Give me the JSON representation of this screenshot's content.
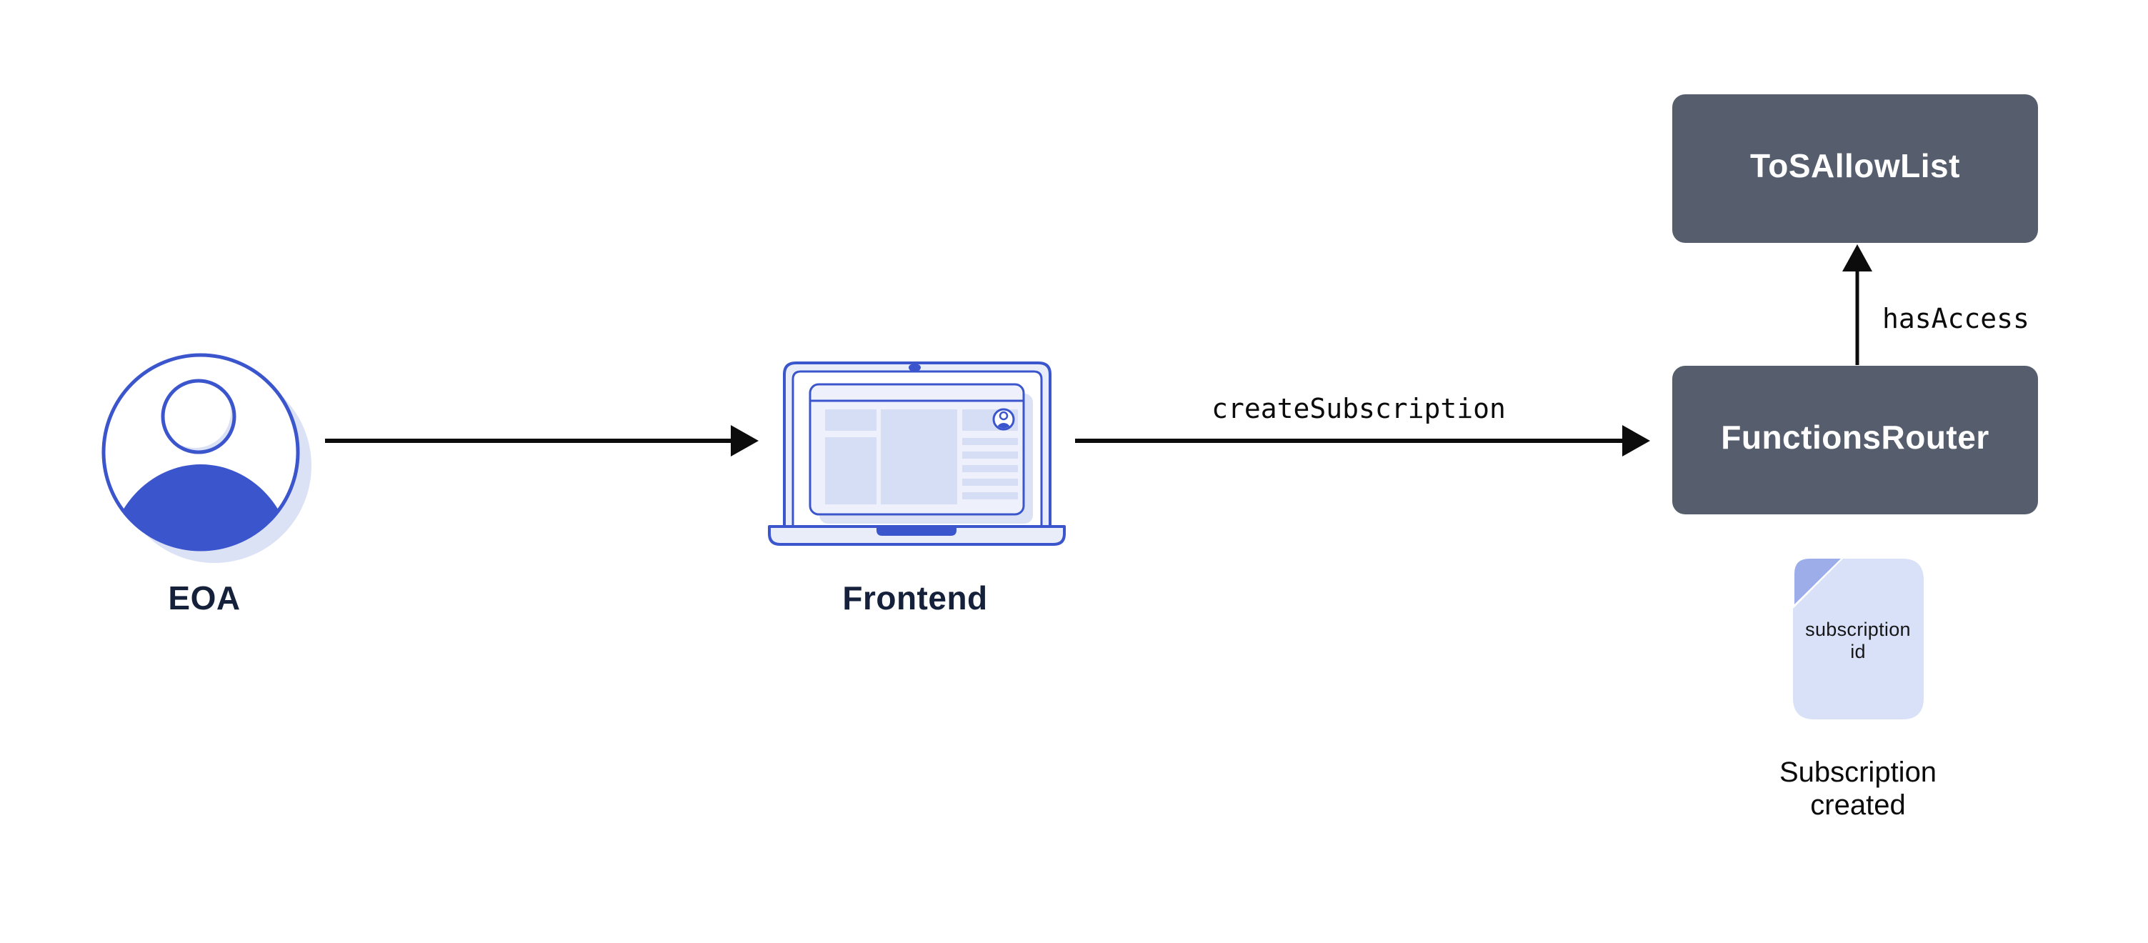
{
  "diagram": {
    "nodes": {
      "eoa": {
        "label": "EOA",
        "icon": "user-avatar-icon"
      },
      "frontend": {
        "label": "Frontend",
        "icon": "laptop-icon"
      },
      "functions_router": {
        "label": "FunctionsRouter",
        "shape": "contract-box"
      },
      "tos_allow_list": {
        "label": "ToSAllowList",
        "shape": "contract-box"
      },
      "subscription_doc": {
        "icon": "document-icon",
        "line1": "subscription",
        "line2": "id"
      }
    },
    "edges": {
      "eoa_to_frontend": {
        "label": "",
        "direction": "right"
      },
      "frontend_to_functions_router": {
        "label": "createSubscription",
        "direction": "right"
      },
      "functions_router_to_tos_allow_list": {
        "label": "hasAccess",
        "direction": "up"
      }
    },
    "captions": {
      "subscription_created": {
        "line1": "Subscription",
        "line2": "created"
      }
    },
    "colors": {
      "background": "#ffffff",
      "contract_box_fill": "#565e6e",
      "contract_box_text": "#ffffff",
      "accent_blue": "#3b56cc",
      "icon_fill_light": "#e9edf9",
      "icon_fill_lighter": "#d6def5",
      "icon_shadow": "#dbe2f6",
      "browser_fill": "#eef1fb",
      "doc_fill": "#d9e1f8",
      "doc_fold": "#9dadea",
      "title_text": "#15203a",
      "arrow_color": "#0c0c0c"
    }
  }
}
